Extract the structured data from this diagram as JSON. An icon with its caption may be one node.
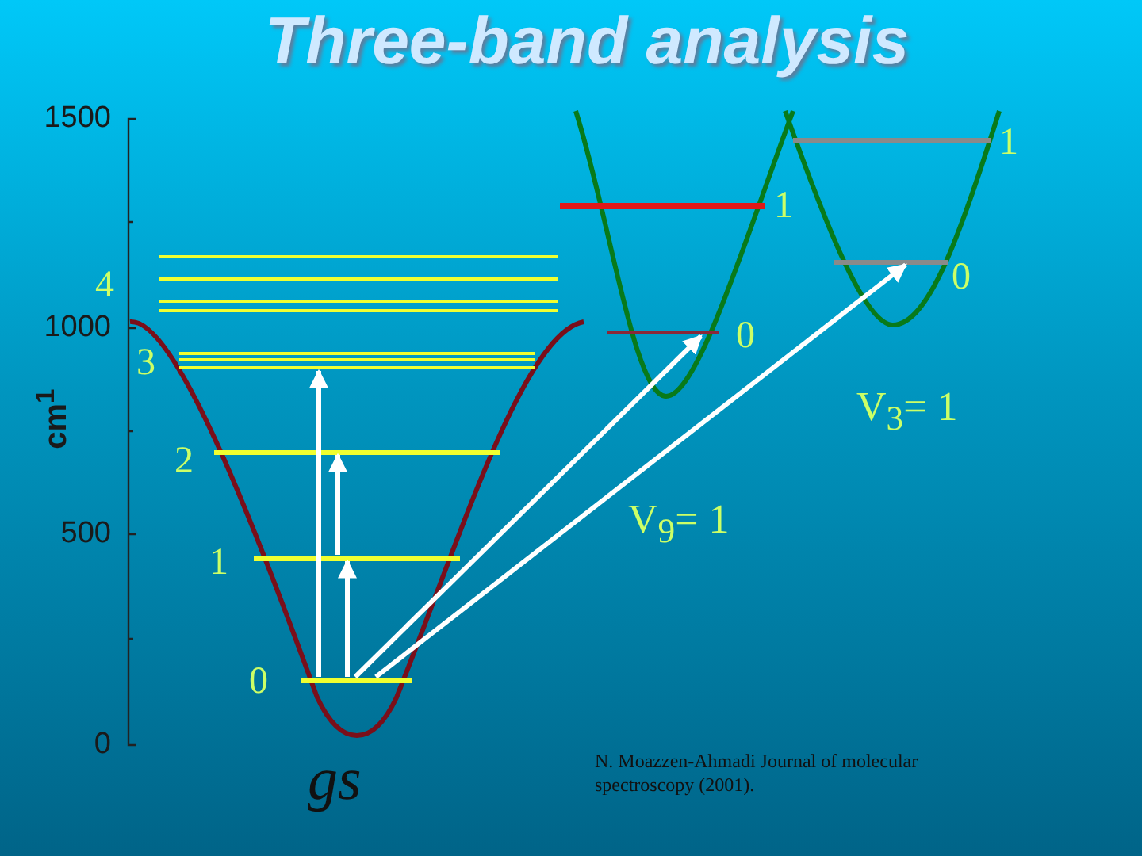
{
  "diagram": {
    "title": "Three-band analysis",
    "nodes": [
      {
        "text": [
          "0"
        ]
      },
      {
        "text": [
          "1"
        ]
      },
      {
        "text": [
          "2"
        ]
      },
      {
        "text": [
          "3"
        ]
      },
      {
        "text": [
          "4"
        ]
      },
      {
        "text": [
          "0"
        ]
      },
      {
        "text": [
          "1"
        ]
      },
      {
        "text": [
          "0"
        ]
      },
      {
        "text": [
          "1"
        ]
      }
    ],
    "edges": [
      {
        "from": 0,
        "to": 1,
        "arrow": "to"
      },
      {
        "from": 1,
        "to": 2,
        "arrow": "to"
      },
      {
        "from": 0,
        "to": 3,
        "arrow": "to"
      },
      {
        "from": 0,
        "to": 5,
        "arrow": "to"
      },
      {
        "from": 0,
        "to": 7,
        "arrow": "to"
      }
    ],
    "labels": [
      "1500",
      "1000",
      "cm$^{1}$",
      "500",
      "0",
      "V$_{3}$= 1",
      "V$_{9}$= 1",
      "gs",
      "N. Moazzen-Ahmadi Journal of molecular spectroscopy (2001)."
    ]
  }
}
